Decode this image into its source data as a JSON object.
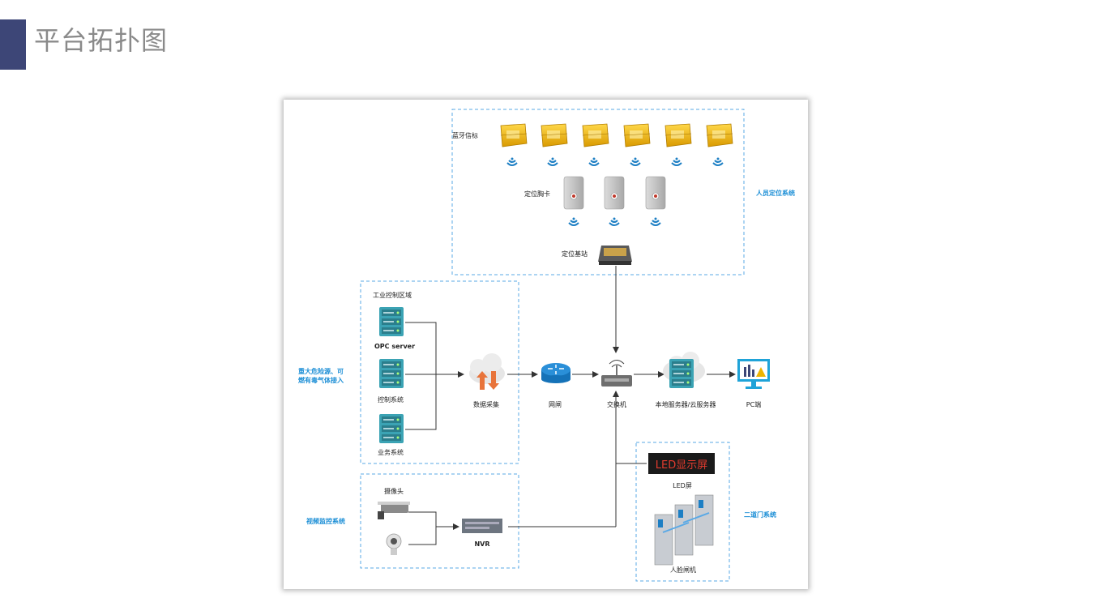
{
  "header": {
    "title": "平台拓扑图"
  },
  "diagram": {
    "systems": {
      "personnel": "人员定位系统",
      "hazard_line1": "重大危险源、可",
      "hazard_line2": "燃有毒气体接入",
      "video": "视频监控系统",
      "gate": "二道门系统"
    },
    "labels": {
      "beacon": "蓝牙信标",
      "badge": "定位胸卡",
      "base_station": "定位基站",
      "industrial_zone": "工业控制区域",
      "opc": "OPC server",
      "control": "控制系统",
      "business": "业务系统",
      "data_collect": "数据采集",
      "gateway": "网闸",
      "switch": "交换机",
      "server": "本地服务器/云服务器",
      "pc": "PC端",
      "camera": "摄像头",
      "nvr": "NVR",
      "led_screen_text": "LED显示屏",
      "led": "LED屏",
      "face_gate": "人脸闸机"
    },
    "colors": {
      "accent": "#3d4677",
      "dashed_border": "#5aa9e6",
      "system_label": "#1d8fd6",
      "server_teal": "#3ba3b4",
      "beacon_yellow": "#f2b705",
      "led_red": "#e23b2e"
    }
  }
}
